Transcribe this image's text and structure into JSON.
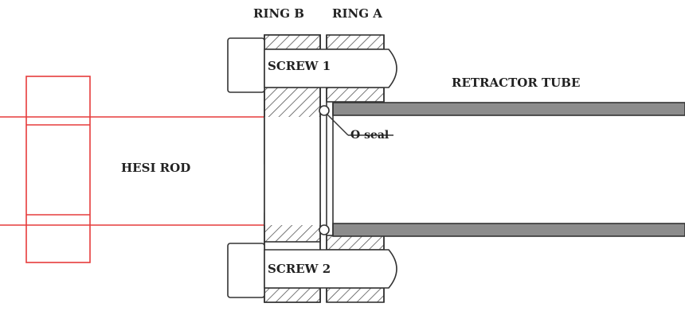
{
  "labels": {
    "ring_b": "RING B",
    "ring_a": "RING A",
    "screw_1": "SCREW 1",
    "screw_2": "SCREW 2",
    "retractor_tube": "RETRACTOR TUBE",
    "o_seal": "O seal",
    "hesi_rod": "HESI ROD"
  },
  "colors": {
    "rod": "#e63b3b",
    "line": "#333333",
    "hatch": "#555555",
    "tube_fill": "#8c8c8c",
    "screw_fill": "#ffffff"
  }
}
